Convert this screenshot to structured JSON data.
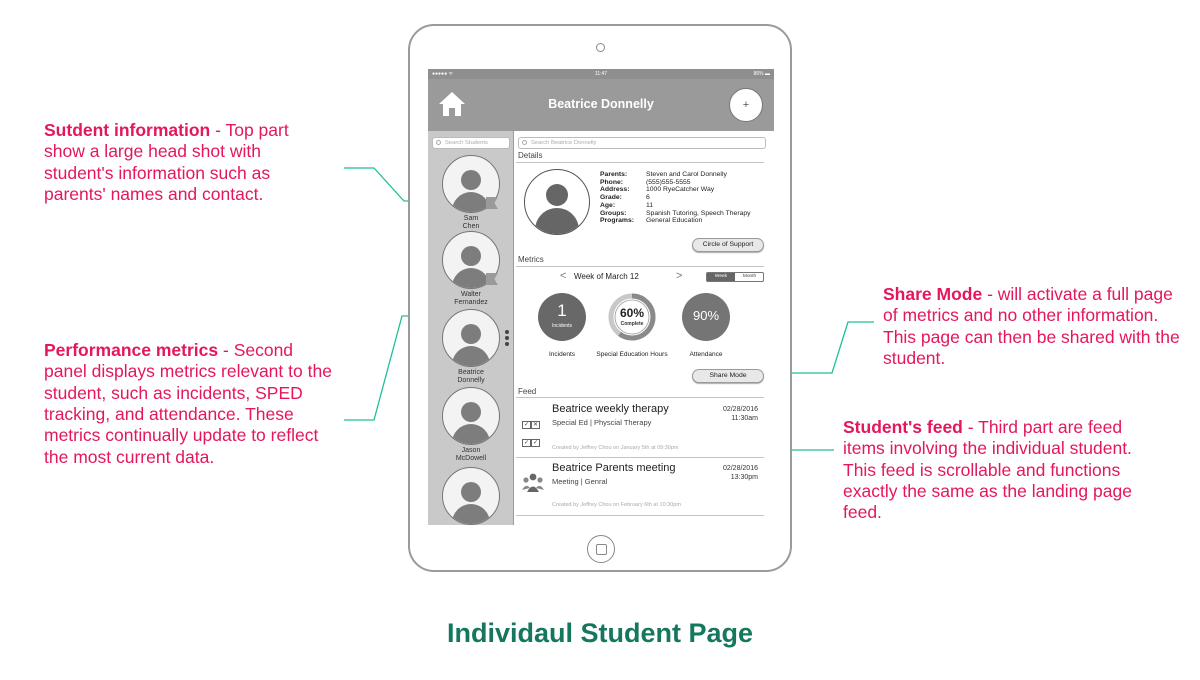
{
  "page_title": "Individaul Student Page",
  "annotations": {
    "student_info": {
      "title": "Sutdent information",
      "sep": " - ",
      "body": "Top part show a large head shot with student's information such as parents' names and contact."
    },
    "metrics": {
      "title": "Performance metrics",
      "sep": " - ",
      "body": "Second panel displays metrics relevant to the student, such as incidents, SPED tracking, and attendance. These metrics continually update to reflect the most current data."
    },
    "share_mode": {
      "title": "Share Mode",
      "sep": " - ",
      "body": "will activate a full page of metrics and no other information. This page can then be shared with the student."
    },
    "feed": {
      "title": "Student's feed",
      "sep": " - ",
      "body": "Third part are feed items involving the individual student. This feed is scrollable and functions exactly the same as the landing page feed."
    }
  },
  "colors": {
    "annotation": "#e4175e",
    "title": "#14775e",
    "connector": "#1fbf99"
  },
  "app": {
    "status": {
      "left": "●●●●● ᯤ",
      "time": "11:47",
      "battery": "86% ▬"
    },
    "nav_title": "Beatrice Donnelly",
    "add_label": "+",
    "sidebar": {
      "search_placeholder": "Search Students",
      "students": [
        {
          "first": "Sam",
          "last": "Chen"
        },
        {
          "first": "Walter",
          "last": "Fernandez"
        },
        {
          "first": "Beatrice",
          "last": "Donnelly"
        },
        {
          "first": "Jason",
          "last": "McDowell"
        },
        {
          "first": "",
          "last": ""
        }
      ]
    },
    "main": {
      "search_placeholder": "Search Beatrice Donnelly",
      "details_label": "Details",
      "info": [
        {
          "k": "Parents:",
          "v": "Steven and Carol Donnelly"
        },
        {
          "k": "Phone:",
          "v": "(555)555-5555"
        },
        {
          "k": "Address:",
          "v": "1000 RyeCatcher Way"
        },
        {
          "k": "Grade:",
          "v": "6"
        },
        {
          "k": "Age:",
          "v": "11"
        },
        {
          "k": "Groups:",
          "v": "Spanish Tutoring, Speech Therapy"
        },
        {
          "k": "Programs:",
          "v": "General Education"
        }
      ],
      "circle_of_support": "Circle of Support",
      "metrics_label": "Metrics",
      "week_label": "Week of March 12",
      "prev": "<",
      "next": ">",
      "toggle": {
        "week": "Week",
        "month": "Month"
      },
      "incidents": {
        "value": "1",
        "caption": "Incidents",
        "label": "Incidents"
      },
      "sped": {
        "value": "60%",
        "caption": "Complete",
        "label": "Special Education Hours",
        "fraction": 0.6
      },
      "attendance": {
        "value": "90%",
        "label": "Attendance"
      },
      "share_mode": "Share Mode",
      "feed_label": "Feed",
      "feed": [
        {
          "title": "Beatrice weekly therapy",
          "sub": "Special Ed  | Physcial Therapy",
          "date": "02/28/2016",
          "time": "11:30am",
          "meta": "Created by Jeffrey Chou on January 5th at 09:30pm",
          "icon": "checkbox-icon"
        },
        {
          "title": "Beatrice Parents meeting",
          "sub": "Meeting | Genral",
          "date": "02/28/2016",
          "time": "13:30pm",
          "meta": "Created by Jeffrey Chou on February 6th at 10:30pm",
          "icon": "people-icon"
        }
      ]
    }
  }
}
